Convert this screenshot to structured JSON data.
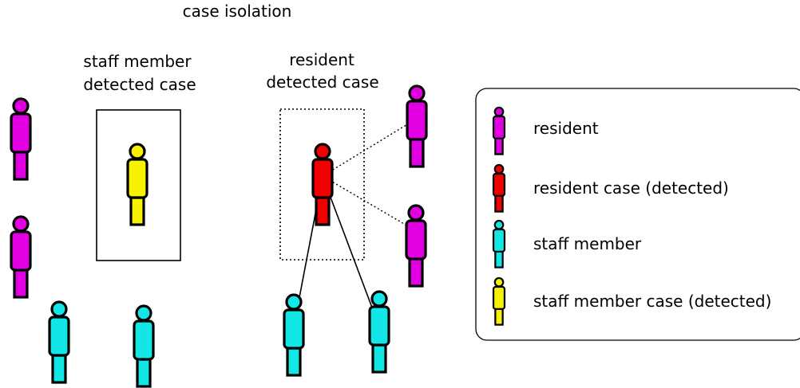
{
  "title": "case isolation",
  "groups": {
    "staff_case": {
      "line1": "staff member",
      "line2": "detected case"
    },
    "resident_case": {
      "line1": "resident",
      "line2": "detected case"
    }
  },
  "colors": {
    "resident": "#e100e1",
    "resident_case": "#f20000",
    "staff": "#12e6e6",
    "staff_case": "#f6f200",
    "outline": "#000000"
  },
  "legend": [
    {
      "label": "resident",
      "kind": "resident"
    },
    {
      "label": "resident case (detected)",
      "kind": "resident_case"
    },
    {
      "label": "staff member",
      "kind": "staff"
    },
    {
      "label": "staff member case (detected)",
      "kind": "staff_case"
    }
  ]
}
